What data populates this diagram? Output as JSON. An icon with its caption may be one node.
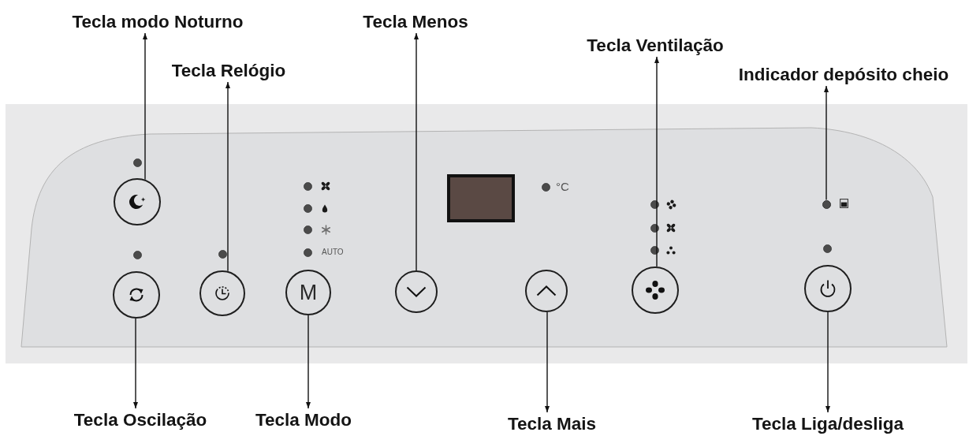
{
  "diagram": {
    "nodes": [
      {
        "text": [
          "Tecla modo Noturno"
        ]
      },
      {
        "text": [
          "Tecla Relógio"
        ]
      },
      {
        "text": [
          "Tecla Menos"
        ]
      },
      {
        "text": [
          "Tecla Ventilação"
        ]
      },
      {
        "text": [
          "Indicador depósito cheio"
        ]
      },
      {
        "text": [],
        "shape": "circle"
      },
      {
        "text": [],
        "shape": "circle"
      },
      {
        "text": [],
        "shape": "circle"
      },
      {
        "text": [
          "M"
        ]
      },
      {
        "text": [],
        "shape": "circle"
      },
      {
        "text": [],
        "shape": "box"
      },
      {
        "text": [],
        "shape": "circle"
      },
      {
        "text": [],
        "shape": "circle"
      },
      {
        "text": [],
        "shape": "circle"
      },
      {
        "text": [],
        "shape": "circle"
      },
      {
        "text": [
          "Tecla Oscilação"
        ]
      },
      {
        "text": [
          "Tecla Modo"
        ]
      },
      {
        "text": [
          "Tecla Mais"
        ]
      },
      {
        "text": [
          "Tecla Liga/desliga"
        ]
      }
    ],
    "edges": [
      {
        "from": 5,
        "to": 0,
        "arrow": "to"
      },
      {
        "from": 7,
        "to": 1,
        "arrow": "to"
      },
      {
        "from": 9,
        "to": 2,
        "arrow": "to"
      },
      {
        "from": 12,
        "to": 3,
        "arrow": "to"
      },
      {
        "from": 13,
        "to": 4,
        "arrow": "to"
      },
      {
        "from": 6,
        "to": 15,
        "arrow": "to"
      },
      {
        "from": 8,
        "to": 16,
        "arrow": "to"
      },
      {
        "from": 11,
        "to": 17,
        "arrow": "to"
      },
      {
        "from": 14,
        "to": 18,
        "arrow": "to"
      }
    ],
    "labels": [
      "°C",
      "AUTO"
    ]
  }
}
